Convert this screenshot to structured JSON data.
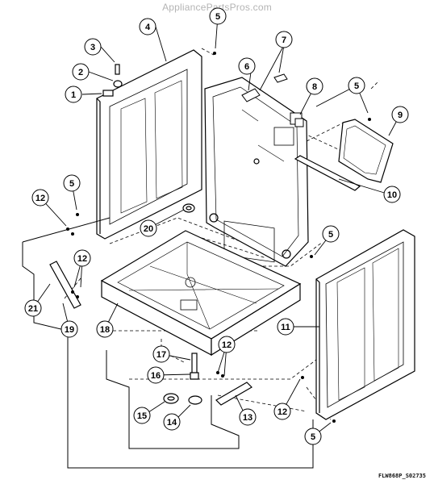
{
  "watermark": "AppliancePartsPros.com",
  "diagram_code": "FLW868P_S02735",
  "callouts": {
    "c1": "1",
    "c2": "2",
    "c3": "3",
    "c4": "4",
    "c5a": "5",
    "c5b": "5",
    "c5c": "5",
    "c5d": "5",
    "c5e": "5",
    "c6": "6",
    "c7": "7",
    "c8": "8",
    "c9": "9",
    "c10": "10",
    "c11": "11",
    "c12a": "12",
    "c12b": "12",
    "c12c": "12",
    "c12d": "12",
    "c13": "13",
    "c14": "14",
    "c15": "15",
    "c16": "16",
    "c17": "17",
    "c18": "18",
    "c19": "19",
    "c20": "20",
    "c21": "21"
  }
}
